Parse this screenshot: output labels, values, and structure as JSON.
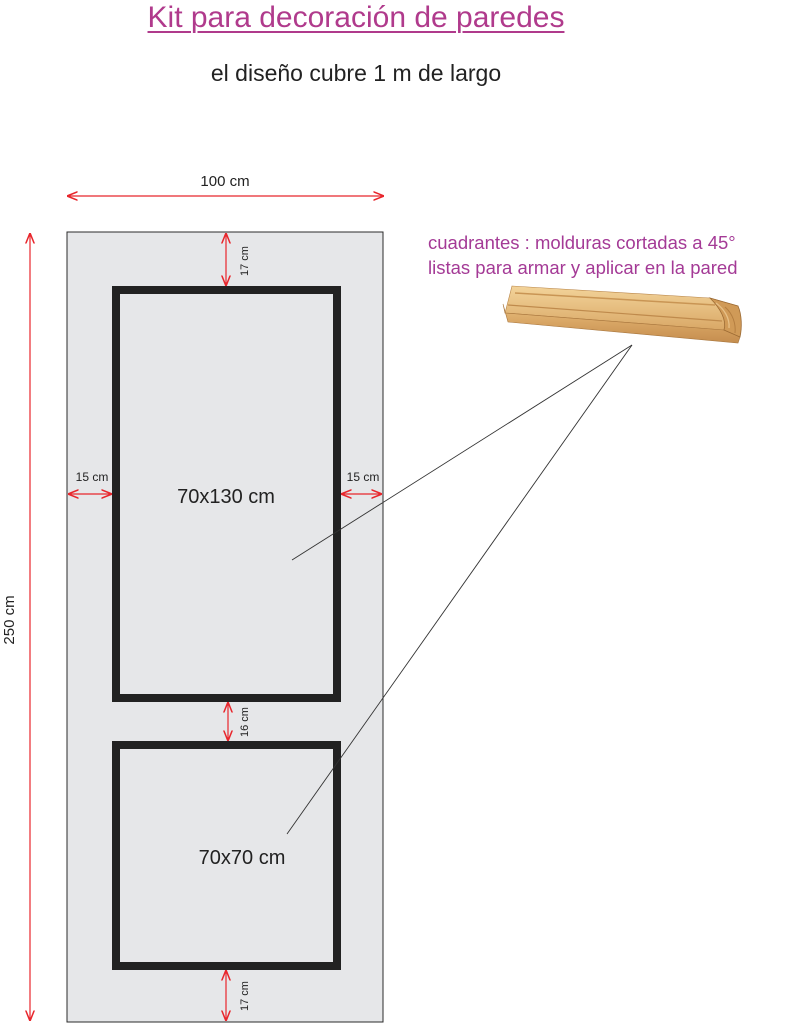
{
  "title": "Kit para decoración de paredes",
  "subtitle": "el diseño cubre 1 m de largo",
  "note": {
    "line1": "cuadrantes : molduras cortadas a 45°",
    "line2": "listas para armar y aplicar en la pared"
  },
  "dimensions": {
    "width": "100 cm",
    "height": "250 cm",
    "top_gap": "17 cm",
    "left_gap": "15 cm",
    "right_gap": "15 cm",
    "middle_gap": "16 cm",
    "bottom_gap": "17 cm"
  },
  "frames": {
    "large": "70x130 cm",
    "small": "70x70 cm"
  },
  "colors": {
    "title": "#b03a8c",
    "note": "#a43a96",
    "dimension": "#e8262c",
    "wall": "#e6e7e9",
    "frame": "#222222"
  }
}
